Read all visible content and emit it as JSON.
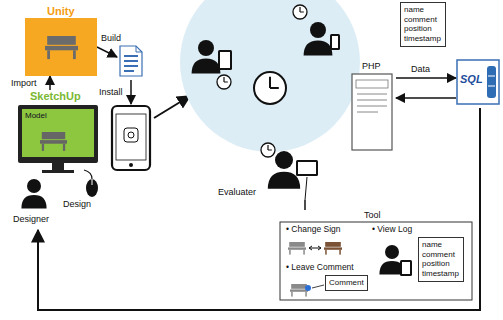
{
  "diagram": {
    "nodes": [
      {
        "text": [
          "Unity"
        ]
      },
      {
        "text": [
          "SketchUp",
          "Model"
        ]
      },
      {
        "text": [
          "Evaluater"
        ]
      },
      {
        "text": [
          "PHP"
        ]
      },
      {
        "text": [
          "name comment position timestamp"
        ]
      },
      {
        "text": [
          "SQL"
        ]
      },
      {
        "text": [
          "Tool",
          "• Change Sign",
          "• View Log",
          "• Leave Comment"
        ]
      },
      {
        "text": [
          "name comment position timestamp"
        ],
        "in": 6
      },
      {
        "text": [
          "Comment"
        ],
        "in": 6
      }
    ],
    "edges": [
      {
        "from": 1,
        "to": 0,
        "label": "Import",
        "arrow": "to"
      },
      {
        "from": 3,
        "to": 5,
        "label": "Data",
        "arrow": "to"
      },
      {
        "from": 5,
        "to": 3,
        "arrow": "to"
      },
      {
        "from": 2,
        "to": 6,
        "arrow": "none"
      },
      {
        "from": 5,
        "to": 1,
        "arrow": "to"
      }
    ],
    "labels": [
      "Build",
      "Install",
      "Design",
      "Designer"
    ]
  }
}
